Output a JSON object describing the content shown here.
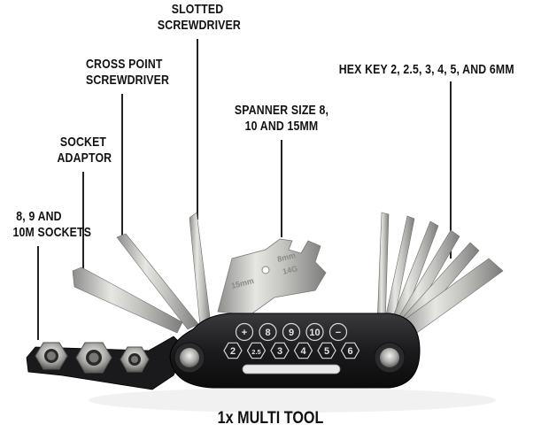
{
  "labels": {
    "sockets": [
      "8, 9 AND",
      "10M SOCKETS"
    ],
    "socket_adaptor": [
      "SOCKET",
      "ADAPTOR"
    ],
    "cross_point": [
      "CROSS POINT",
      "SCREWDRIVER"
    ],
    "slotted": [
      "SLOTTED",
      "SCREWDRIVER"
    ],
    "spanner": [
      "SPANNER SIZE 8,",
      "10 AND 15MM"
    ],
    "hex_key": "HEX KEY 2, 2.5, 3, 4, 5, AND 6MM"
  },
  "engraving": [
    "15mm",
    "8mm",
    "14G"
  ],
  "handle_top": [
    "+",
    "8",
    "9",
    "10",
    "−"
  ],
  "handle_bottom": [
    "2",
    "2.5",
    "3",
    "4",
    "5",
    "6"
  ],
  "caption": "1x MULTI TOOL",
  "colors": {
    "handle": "#1c1c1e",
    "steel": "#c9c9c7",
    "text": "#111111"
  }
}
